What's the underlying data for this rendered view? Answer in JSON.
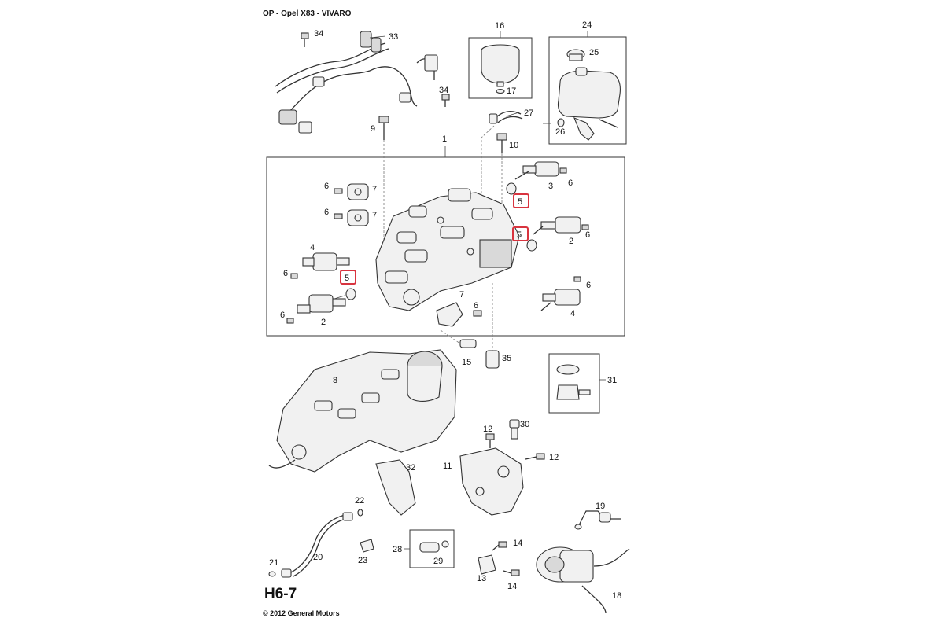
{
  "header": {
    "title": "OP - Opel X83 - VIVARO"
  },
  "footer": {
    "page_code": "H6-7",
    "copyright": "© 2012 General Motors"
  },
  "colors": {
    "highlight": "#d8343f",
    "line": "#333333"
  },
  "callouts": {
    "c1": "1",
    "c2a": "2",
    "c2b": "2",
    "c3": "3",
    "c4a": "4",
    "c4b": "4",
    "c5a": "5",
    "c5b": "5",
    "c5c": "5",
    "c6a": "6",
    "c6b": "6",
    "c6c": "6",
    "c6d": "6",
    "c6e": "6",
    "c6f": "6",
    "c6g": "6",
    "c6h": "6",
    "c7a": "7",
    "c7b": "7",
    "c7c": "7",
    "c8": "8",
    "c9": "9",
    "c10": "10",
    "c11": "11",
    "c12a": "12",
    "c12b": "12",
    "c13": "13",
    "c14a": "14",
    "c14b": "14",
    "c15": "15",
    "c16": "16",
    "c17": "17",
    "c18": "18",
    "c19": "19",
    "c20": "20",
    "c21": "21",
    "c22": "22",
    "c23": "23",
    "c24": "24",
    "c25": "25",
    "c26": "26",
    "c27": "27",
    "c28": "28",
    "c29": "29",
    "c30": "30",
    "c31": "31",
    "c32": "32",
    "c33": "33",
    "c34a": "34",
    "c34b": "34",
    "c35": "35"
  }
}
